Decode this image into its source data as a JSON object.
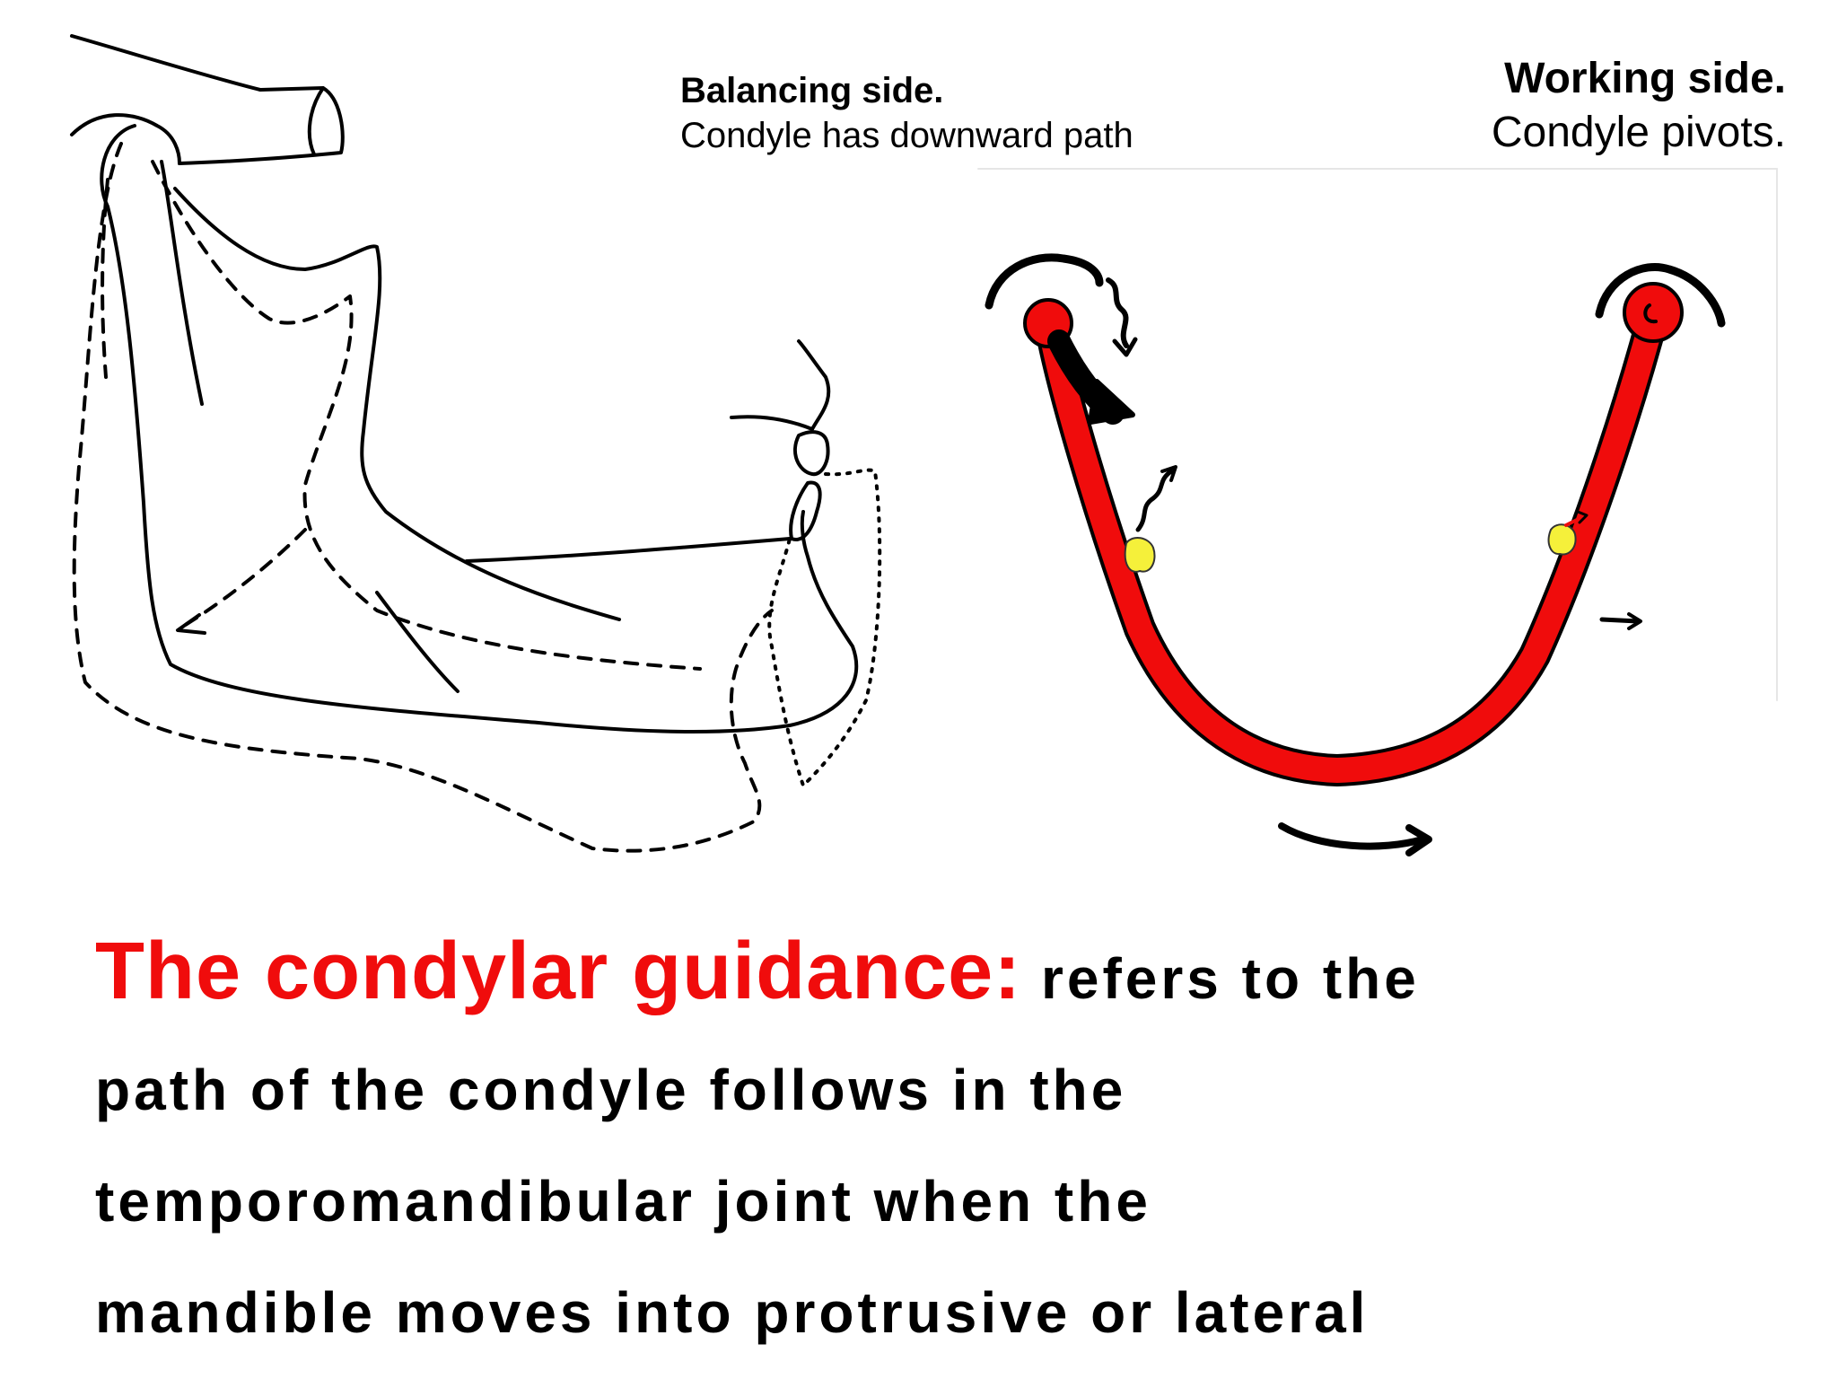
{
  "labels": {
    "balancing": {
      "title": "Balancing side.",
      "subtitle": "Condyle has downward path"
    },
    "working": {
      "title": "Working side.",
      "subtitle": "Condyle pivots."
    }
  },
  "definition": {
    "term": "The condylar guidance:",
    "lines": [
      "refers to the",
      "path of the condyle follows in the",
      "temporomandibular joint when the",
      "mandible moves into protrusive or lateral"
    ]
  },
  "colors": {
    "accent": "#f00c0c",
    "highlight": "#f5f03a",
    "ink": "#000000"
  }
}
